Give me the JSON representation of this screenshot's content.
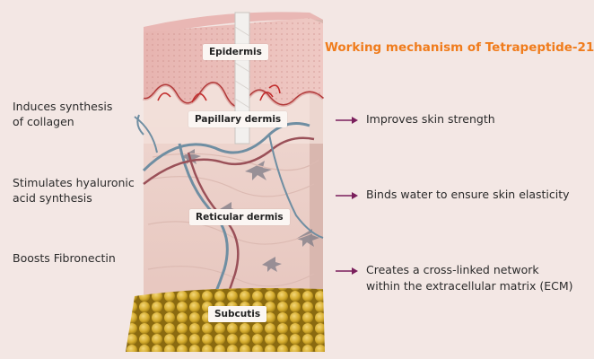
{
  "title": "Working mechanism of Tetrapeptide-21",
  "layers": {
    "epidermis": "Epidermis",
    "papillary": "Papillary dermis",
    "reticular": "Reticular dermis",
    "subcutis": "Subcutis"
  },
  "left_labels": {
    "collagen": [
      "Induces synthesis",
      "of collagen"
    ],
    "hyaluronic": [
      "Stimulates hyaluronic",
      "acid synthesis"
    ],
    "fibronectin": [
      "Boosts Fibronectin"
    ]
  },
  "right_labels": {
    "strength": [
      "Improves skin strength"
    ],
    "water": [
      "Binds water to ensure skin elasticity"
    ],
    "ecm": [
      "Creates a cross-linked network",
      "within the extracellular matrix (ECM)"
    ]
  },
  "colors": {
    "title": "#f07c1c",
    "arrow": "#7a1f5c",
    "epidermis": "#e2a6a6",
    "dermis": "#ecd2cc",
    "subcutis": "#d8b43a"
  }
}
